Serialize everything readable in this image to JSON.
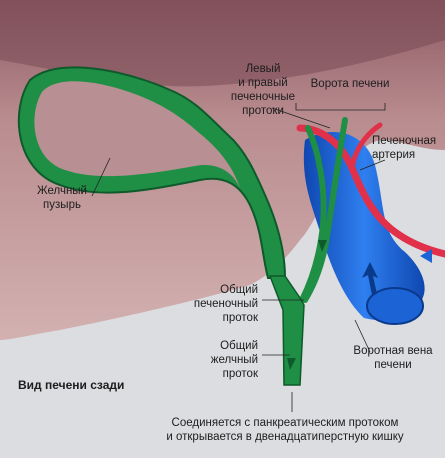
{
  "labels": {
    "gallbladder": "Желчный\nпузырь",
    "hepatic_ducts": "Левый\nи правый\nпеченочные\nпротоки",
    "porta_hepatis": "Ворота печени",
    "hepatic_artery": "Печеночная\nартерия",
    "common_hepatic_duct": "Общий\nпеченочный\nпроток",
    "common_bile_duct": "Общий\nжелчный\nпроток",
    "portal_vein": "Воротная вена\nпечени",
    "view_caption": "Вид печени сзади",
    "outlet_note": "Соединяется с панкреатическим протоком\nи открывается в двенадцатиперстную кишку"
  },
  "colors": {
    "liver": "#c9a3a4",
    "liver_dark": "#8c5a63",
    "background": "#dcdde0",
    "bile_green": "#1e8f45",
    "bile_dark": "#0e5a2b",
    "artery_red": "#e0304a",
    "vein_blue": "#1c64d6"
  },
  "icons": {
    "flow_arrow": "arrow-icon"
  }
}
